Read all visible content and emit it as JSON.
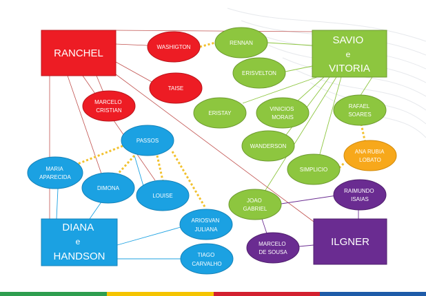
{
  "colors": {
    "red": "#ED1C24",
    "green": "#8DC63F",
    "blue": "#1BA1E2",
    "purple": "#6A2C91",
    "orange": "#F7A81B",
    "yellow_dots": "#F2C12E",
    "line_red": "#C0504D",
    "line_green": "#8DC63F",
    "line_blue": "#1BA1E2",
    "line_purple": "#6A2C91",
    "footer_green": "#2E9E4F",
    "footer_yellow": "#F5C400",
    "footer_red": "#D3202F",
    "footer_blue": "#1E5BA8"
  },
  "nodes": {
    "ranchel": [
      "RANCHEL"
    ],
    "savio_vitoria": [
      "SAVIO",
      "e",
      "VITORIA"
    ],
    "diana_handson": [
      "DIANA",
      "e",
      "HANDSON"
    ],
    "ilgner": [
      "ILGNER"
    ],
    "washigton": [
      "WASHIGTON"
    ],
    "rennan": [
      "RENNAN"
    ],
    "erisvelton": [
      "ERISVELTON"
    ],
    "taise": [
      "TAISE"
    ],
    "marcelo_cristian": [
      "MARCELO",
      "CRISTIAN"
    ],
    "eristay": [
      "ERISTAY"
    ],
    "vinicios_morais": [
      "VINICIOS",
      "MORAIS"
    ],
    "rafael_soares": [
      "RAFAEL",
      "SOARES"
    ],
    "passos": [
      "PASSOS"
    ],
    "maria_aparecida": [
      "MARIA",
      "APARECIDA"
    ],
    "dimona": [
      "DIMONA"
    ],
    "louise": [
      "LOUISE"
    ],
    "wanderson": [
      "WANDERSON"
    ],
    "ana_rubia_lobato": [
      "ANA RUBIA",
      "LOBATO"
    ],
    "simplicio": [
      "SIMPLICIO"
    ],
    "joao_gabriel": [
      "JOAO",
      "GABRIEL"
    ],
    "raimundo_isaias": [
      "RAIMUNDO",
      "ISAIAS"
    ],
    "ariosvan_juliana": [
      "ARIOSVAN",
      "JULIANA"
    ],
    "tiago_carvalho": [
      "TIAGO",
      "CARVALHO"
    ],
    "marcelo_de_sousa": [
      "MARCELO",
      "DE SOUSA"
    ]
  }
}
